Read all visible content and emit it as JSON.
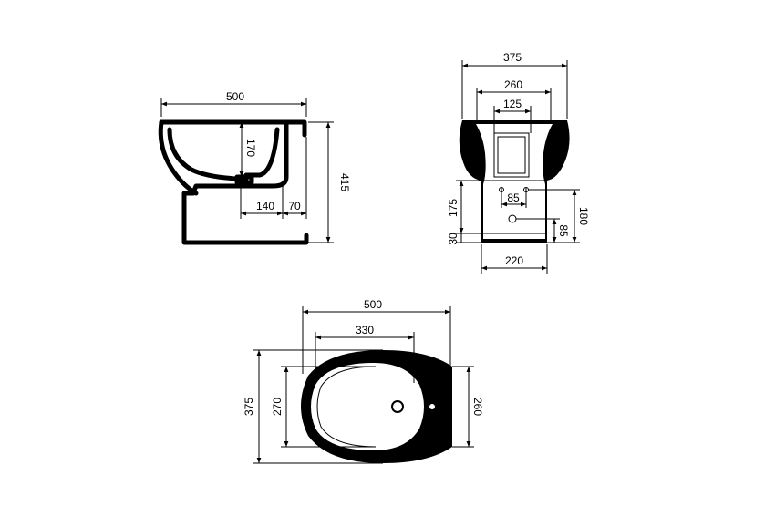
{
  "colors": {
    "ink": "#000000",
    "paper": "#ffffff"
  },
  "side_view": {
    "width": "500",
    "height": "415",
    "inner_depth": "170",
    "offset_140": "140",
    "offset_70": "70"
  },
  "front_view": {
    "width_total": "375",
    "width_260": "260",
    "width_125": "125",
    "holes_85": "85",
    "height_175": "175",
    "height_30": "30",
    "height_180": "180",
    "height_85": "85",
    "base_220": "220"
  },
  "top_view": {
    "length_500": "500",
    "length_330": "330",
    "width_375": "375",
    "width_270": "270",
    "width_260": "260"
  }
}
